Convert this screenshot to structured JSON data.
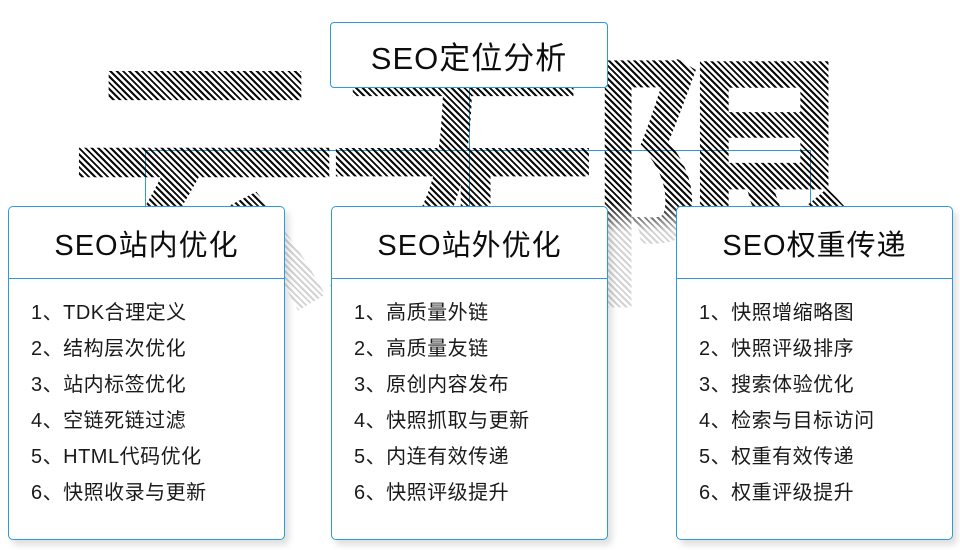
{
  "watermark": {
    "text": "云无限"
  },
  "top_box": {
    "title": "SEO定位分析"
  },
  "columns": [
    {
      "title": "SEO站内优化",
      "items": [
        "1、TDK合理定义",
        "2、结构层次优化",
        "3、站内标签优化",
        "4、空链死链过滤",
        "5、HTML代码优化",
        "6、快照收录与更新"
      ]
    },
    {
      "title": "SEO站外优化",
      "items": [
        "1、高质量外链",
        "2、高质量友链",
        "3、原创内容发布",
        "4、快照抓取与更新",
        "5、内连有效传递",
        "6、快照评级提升"
      ]
    },
    {
      "title": "SEO权重传递",
      "items": [
        "1、快照增缩略图",
        "2、快照评级排序",
        "3、搜索体验优化",
        "4、检索与目标访问",
        "5、权重有效传递",
        "6、权重评级提升"
      ]
    }
  ],
  "colors": {
    "line_and_border": "#2e9bd5",
    "text": "#0d0d0d",
    "watermark_hatch": "#0a0a0a",
    "background": "#ffffff"
  }
}
